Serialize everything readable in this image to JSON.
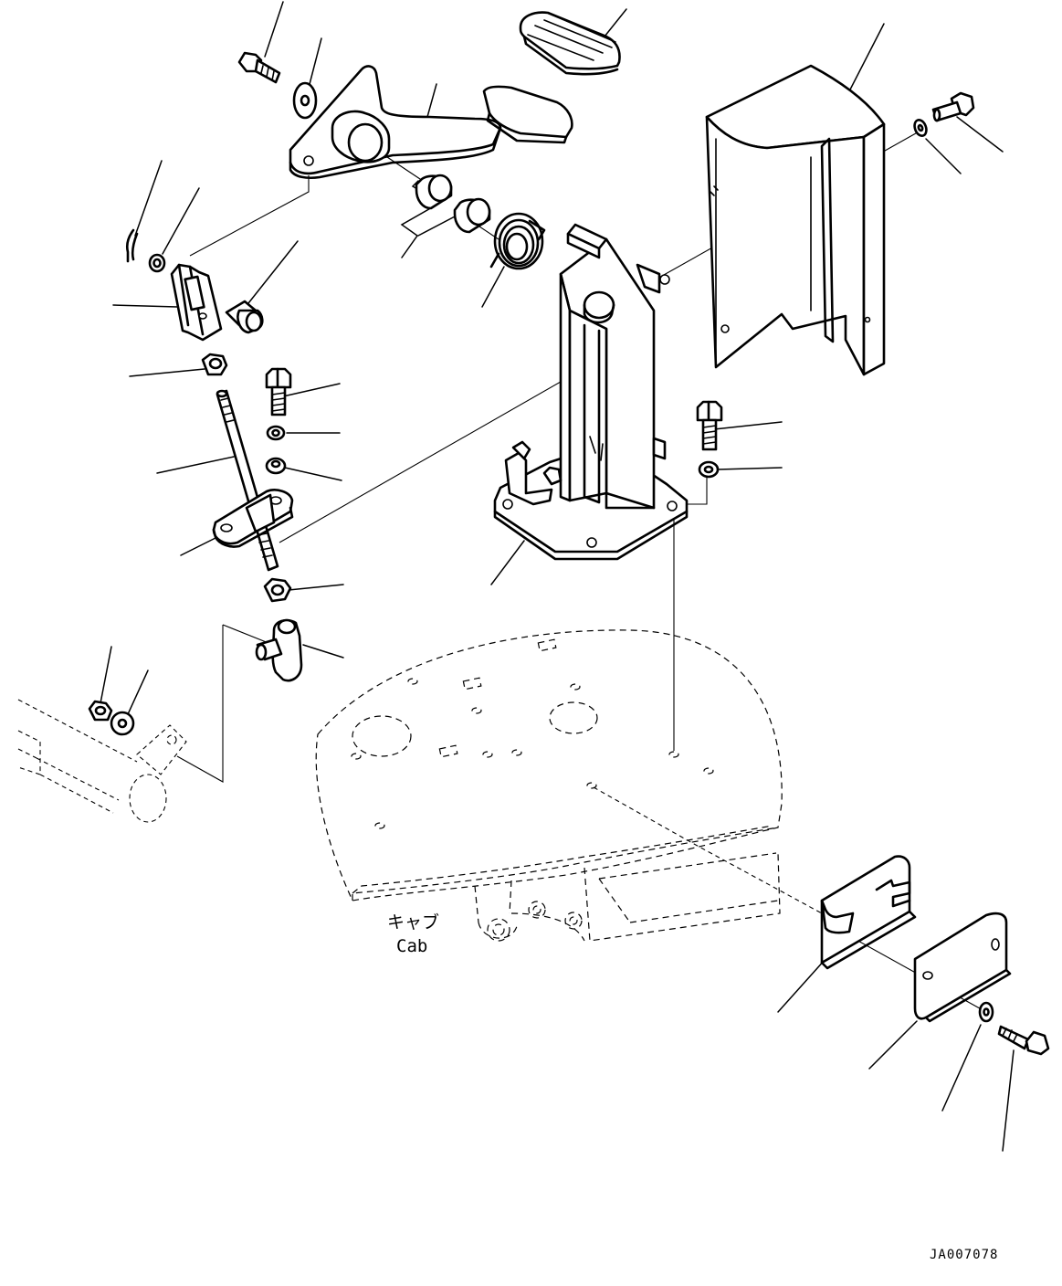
{
  "labels": {
    "cab_jp": "キャブ",
    "cab_en": "Cab",
    "drawing_code": "JA007078"
  },
  "colors": {
    "line": "#000000",
    "background": "#ffffff"
  }
}
